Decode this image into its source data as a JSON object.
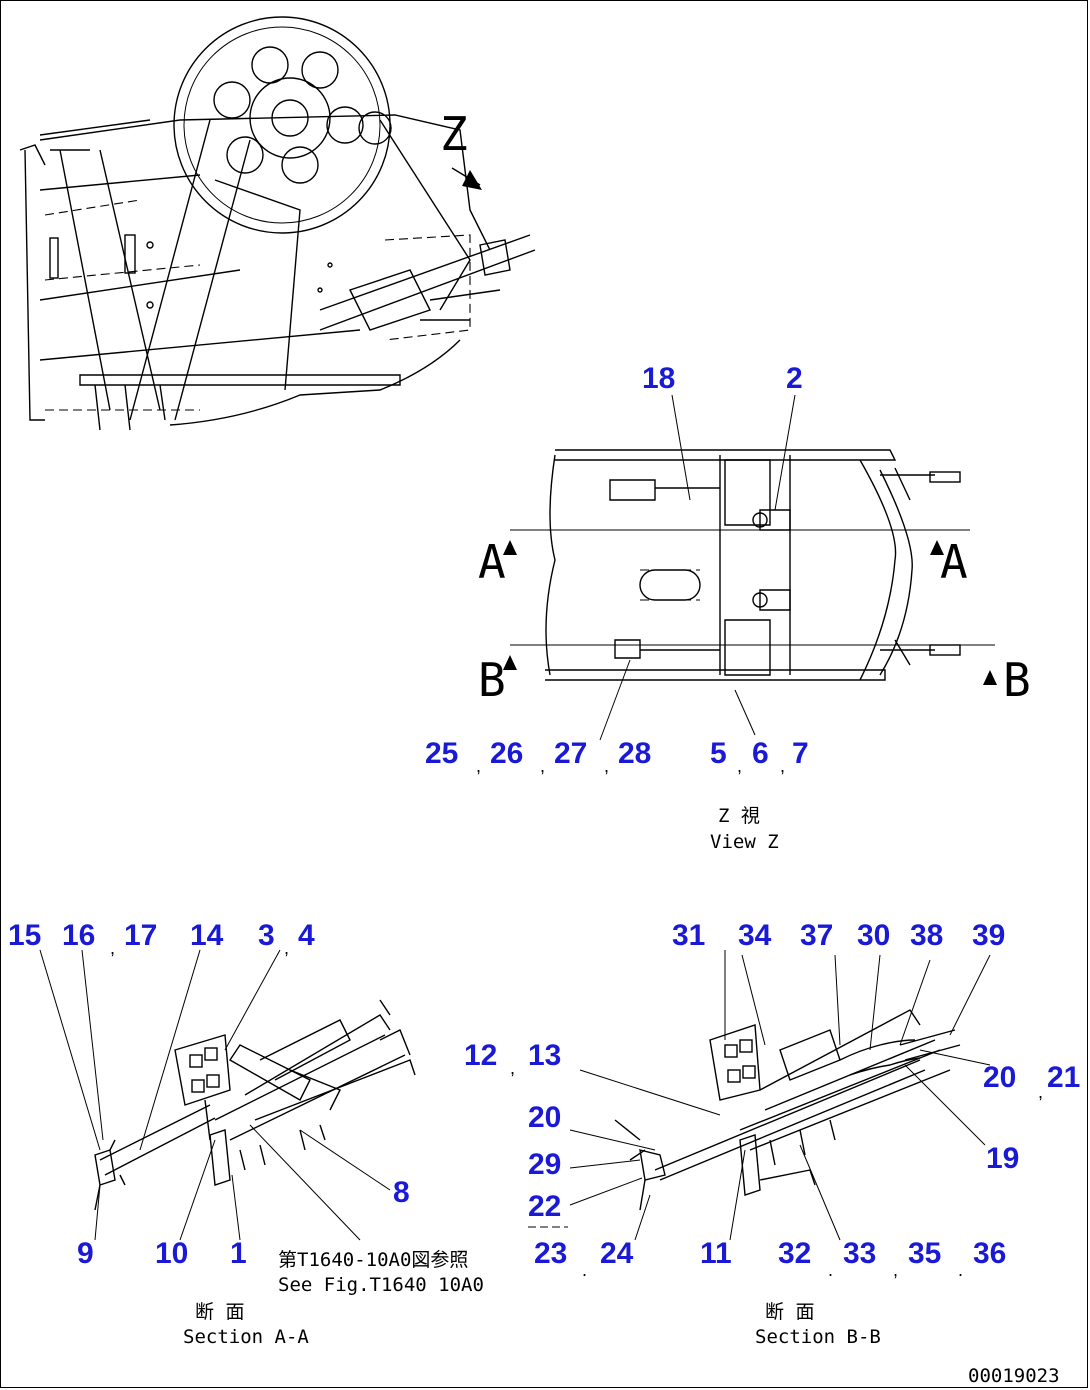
{
  "view_z_marker": "Z",
  "section_a_left": "A",
  "section_a_right": "A",
  "section_b_left": "B",
  "section_b_right": "B",
  "view_z_callouts": {
    "top_left": "18",
    "top_right": "2",
    "group1": [
      "25",
      "26",
      "27",
      "28"
    ],
    "group2": [
      "5",
      "6",
      "7"
    ]
  },
  "section_a_callouts": {
    "top": [
      "15",
      "16",
      "17",
      "14",
      "3",
      "4"
    ],
    "right": "8",
    "bottom": [
      "9",
      "10",
      "1"
    ]
  },
  "section_b_callouts": {
    "top": [
      "31",
      "34",
      "37",
      "30",
      "38",
      "39"
    ],
    "left": [
      "12",
      "13",
      "20",
      "29",
      "22"
    ],
    "right": [
      "20",
      "21",
      "19"
    ],
    "bottom": [
      "23",
      "24",
      "11",
      "32",
      "33",
      "35",
      "36"
    ]
  },
  "captions": {
    "view_z_jp": "Z  視",
    "view_z_en": "View Z",
    "ref_jp": "第T1640-10A0図参照",
    "ref_en": "See Fig.T1640 10A0",
    "section_aa_jp": "断  面",
    "section_aa_en": "Section A-A",
    "section_bb_jp": "断  面",
    "section_bb_en": "Section B-B",
    "drawing_number": "00019023"
  }
}
